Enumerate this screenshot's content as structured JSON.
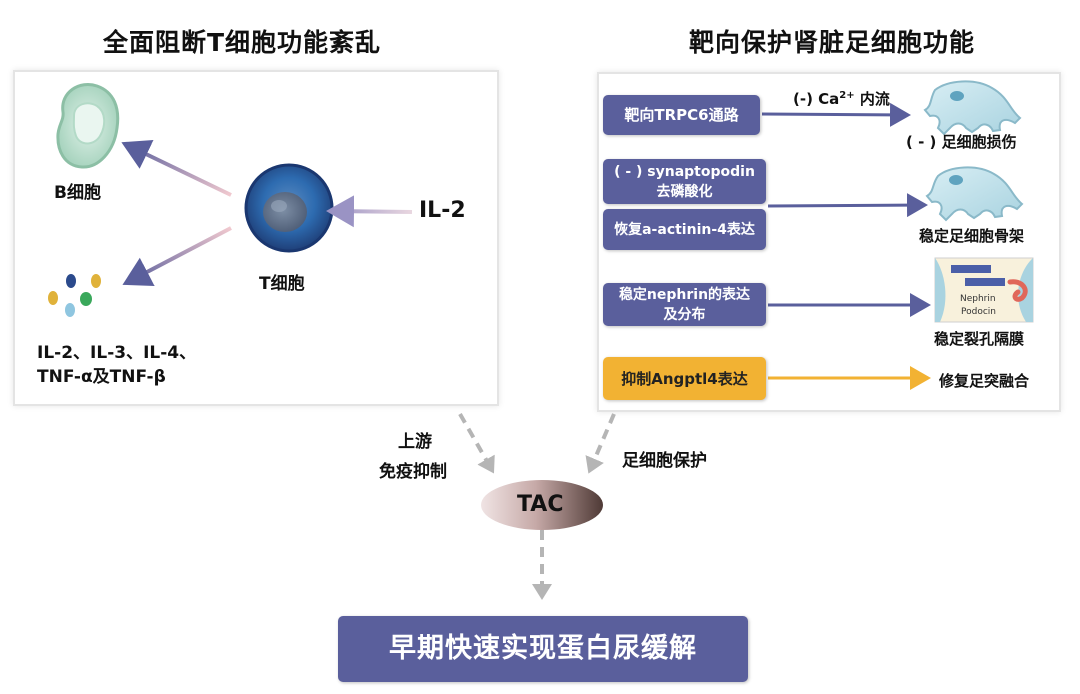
{
  "left_panel": {
    "title": "全面阻断T细胞功能紊乱",
    "b_cell_label": "B细胞",
    "t_cell_label": "T细胞",
    "il2_label": "IL-2",
    "cytokines_line1": "IL-2、IL-3、IL-4、",
    "cytokines_line2": "TNF-α及TNF-β"
  },
  "right_panel": {
    "title": "靶向保护肾脏足细胞功能",
    "rows": [
      {
        "box": "靶向TRPC6通路",
        "arrow_label_prefix": "(-) Ca",
        "arrow_label_sup": "2+",
        "arrow_label_suffix": " 内流",
        "result": "( - ) 足细胞损伤"
      },
      {
        "box_line1": "( - ) synaptopodin",
        "box_line2": "去磷酸化"
      },
      {
        "box": "恢复a-actinin-4表达",
        "result": "稳定足细胞骨架"
      },
      {
        "box_line1": "稳定nephrin的表达",
        "box_line2": "及分布",
        "result": "稳定裂孔隔膜",
        "figure_label1": "Nephrin",
        "figure_label2": "Podocin"
      },
      {
        "box": "抑制Angptl4表达",
        "result": "修复足突融合"
      }
    ]
  },
  "center": {
    "upstream_line1": "上游",
    "upstream_line2": "免疫抑制",
    "podocyte_protect": "足细胞保护",
    "tac": "TAC",
    "bottom_banner": "早期快速实现蛋白尿缓解"
  },
  "colors": {
    "box_purple": "#5a5f9c",
    "box_yellow": "#f2b233",
    "arrow_purple": "#5a5f9c",
    "arrow_yellow": "#f2b233",
    "dashed_gray": "#b5b5b5"
  }
}
